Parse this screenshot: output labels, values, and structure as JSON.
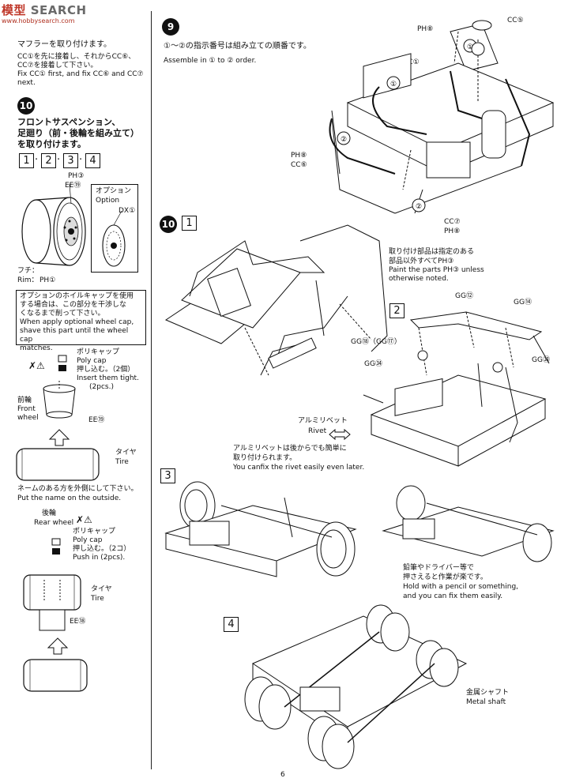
{
  "watermark": {
    "brand": "SEARCH",
    "prefix": "模型",
    "url": "www.hobbysearch.com"
  },
  "page_number": "6",
  "left": {
    "muffler_jp": "マフラーを取り付けます。",
    "muffler_jp2": "CC①を先に接着し、それからCC⑥、",
    "muffler_jp3": "CC⑦を接着して下さい。",
    "muffler_en1": "Fix CC① first, and fix CC⑥ and CC⑦",
    "muffler_en2": "next.",
    "step10_num": "10",
    "step10_jp1": "フロントサスペンション、",
    "step10_jp2": "足廻り（前・後輪を組み立て）",
    "step10_jp3": "を取り付けます。",
    "sub_boxes": [
      "1",
      "2",
      "3",
      "4"
    ],
    "ph3": "PH③",
    "ee19_top": "EE⑲",
    "option_jp": "オプション",
    "option_en": "Option",
    "dx1": "DX①",
    "rim_jp": "フチ：",
    "rim_en": "Rim：",
    "rim_part": "PH①",
    "caution_jp1": "オプションのホイルキャップを使用",
    "caution_jp2": "する場合は、この部分を干渉しな",
    "caution_jp3": "くなるまで削って下さい。",
    "caution_en1": "When apply optional wheel cap,",
    "caution_en2": "shave this part until the wheel cap",
    "caution_en3": "matches.",
    "polycap_jp": "ポリキャップ",
    "polycap_en": "Poly cap",
    "insert_jp": "押し込む。（2個）",
    "insert_en": "Insert them tight.",
    "insert_en2": "(2pcs.)",
    "front_jp": "前輪",
    "front_en1": "Front",
    "front_en2": "wheel",
    "ee19_front": "EE⑲",
    "tire_jp": "タイヤ",
    "tire_en": "Tire",
    "name_jp": "ネームのある方を外側にして下さい。",
    "name_en": "Put the name on the outside.",
    "rear_jp": "後輪",
    "rear_en": "Rear wheel",
    "polycap2_jp": "ポリキャップ",
    "polycap2_en": "Poly cap",
    "push_jp": "押し込む。（2コ）",
    "push_en": "Push in (2pcs).",
    "tire2_jp": "タイヤ",
    "tire2_en": "Tire",
    "ee18": "EE⑱"
  },
  "right": {
    "step9_num": "9",
    "step9_jp": "①～②の指示番号は組み立ての順番です。",
    "step9_en": "Assemble in ① to ② order.",
    "cc5": "CC⑤",
    "ph8_top": "PH⑧",
    "cc1": "CC①",
    "ph8_left": "PH⑧",
    "cc6": "CC⑥",
    "cc7": "CC⑦",
    "ph8_bottom": "PH⑧",
    "step10_num": "10",
    "box1": "1",
    "paint_jp1": "取り付け部品は指定のある",
    "paint_jp2": "部品以外すべてPH③",
    "paint_en1": "Paint the parts PH③ unless",
    "paint_en2": "otherwise noted.",
    "box2": "2",
    "gg12": "GG⑫",
    "gg14": "GG⑭",
    "gg18_17": "GG⑱（GG⑰）",
    "gg34": "GG㉞",
    "gg33": "GG㉝",
    "rivet_jp": "アルミリベット",
    "rivet_en": "Rivet",
    "rivet_note_jp1": "アルミリベットは後からでも簡単に",
    "rivet_note_jp2": "取り付けられます。",
    "rivet_note_en": "You canfix the rivet easily even later.",
    "box3": "3",
    "pencil_jp1": "鉛筆やドライバー等で",
    "pencil_jp2": "押さえると作業が楽です。",
    "pencil_en1": "Hold with a pencil or something,",
    "pencil_en2": "and you can fix them easily.",
    "box4": "4",
    "shaft_jp": "金属シャフト",
    "shaft_en": "Metal shaft"
  }
}
